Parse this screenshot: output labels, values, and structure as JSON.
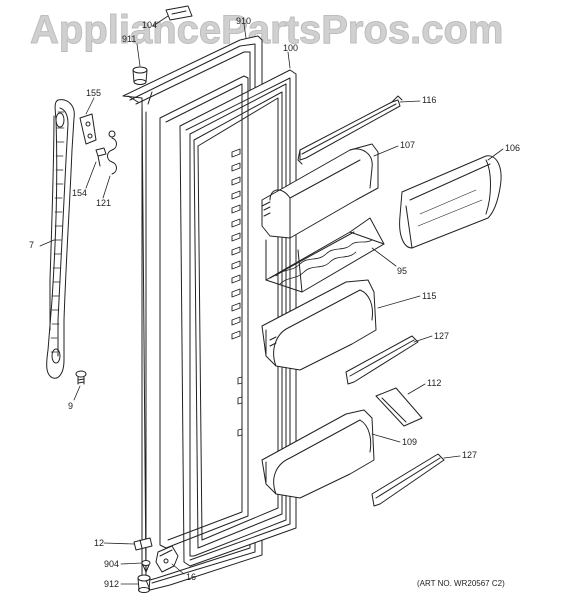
{
  "watermark": "AppliancePartsPros.com",
  "art_number": "(ART NO. WR20567 C2)",
  "callouts": {
    "c104": "104",
    "c910": "910",
    "c911": "911",
    "c100": "100",
    "c155": "155",
    "c116": "116",
    "c107": "107",
    "c106": "106",
    "c154": "154",
    "c121": "121",
    "c7": "7",
    "c95": "95",
    "c115": "115",
    "c127a": "127",
    "c9": "9",
    "c112": "112",
    "c109": "109",
    "c127b": "127",
    "c12": "12",
    "c904": "904",
    "c16": "16",
    "c912": "912"
  }
}
